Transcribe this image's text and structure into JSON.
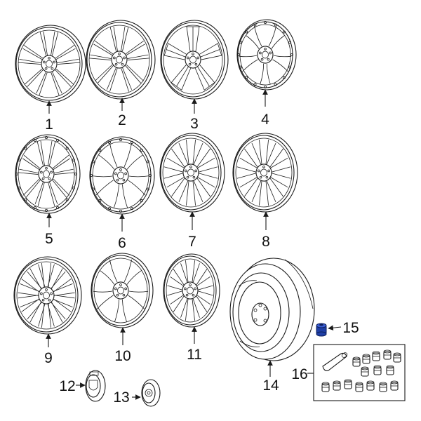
{
  "callouts": [
    {
      "id": "1",
      "label": "1"
    },
    {
      "id": "2",
      "label": "2"
    },
    {
      "id": "3",
      "label": "3"
    },
    {
      "id": "4",
      "label": "4"
    },
    {
      "id": "5",
      "label": "5"
    },
    {
      "id": "6",
      "label": "6"
    },
    {
      "id": "7",
      "label": "7"
    },
    {
      "id": "8",
      "label": "8"
    },
    {
      "id": "9",
      "label": "9"
    },
    {
      "id": "10",
      "label": "10"
    },
    {
      "id": "11",
      "label": "11"
    },
    {
      "id": "12",
      "label": "12"
    },
    {
      "id": "13",
      "label": "13"
    },
    {
      "id": "14",
      "label": "14"
    },
    {
      "id": "15",
      "label": "15"
    },
    {
      "id": "16",
      "label": "16"
    }
  ],
  "colors": {
    "line": "#1a1a1a",
    "highlight_part": "#1f3fa6",
    "background": "#ffffff"
  }
}
